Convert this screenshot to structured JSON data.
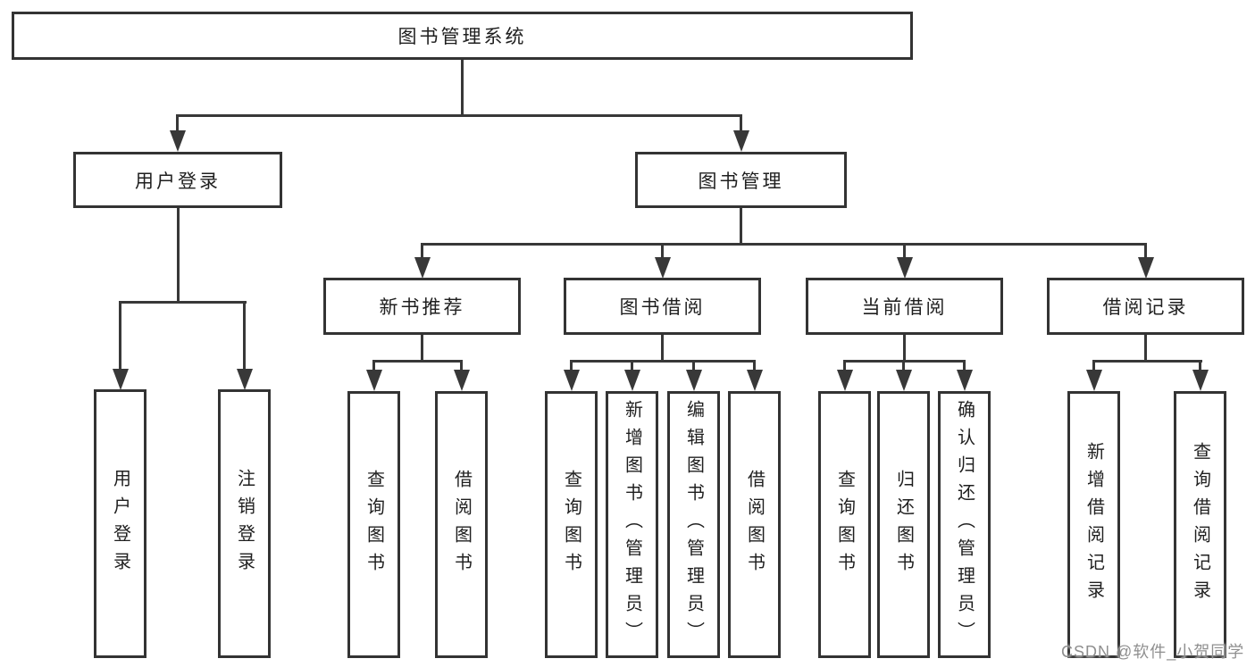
{
  "diagram": {
    "root_label": "图书管理系统",
    "user_login": {
      "label": "用户登录",
      "children": [
        {
          "label": "用户登录"
        },
        {
          "label": "注销登录"
        }
      ]
    },
    "book_mgmt": {
      "label": "图书管理",
      "sections": [
        {
          "label": "新书推荐",
          "children": [
            {
              "label": "查询图书"
            },
            {
              "label": "借阅图书"
            }
          ]
        },
        {
          "label": "图书借阅",
          "children": [
            {
              "label": "查询图书"
            },
            {
              "label": "新增图书（管理员）"
            },
            {
              "label": "编辑图书（管理员）"
            },
            {
              "label": "借阅图书"
            }
          ]
        },
        {
          "label": "当前借阅",
          "children": [
            {
              "label": "查询图书"
            },
            {
              "label": "归还图书"
            },
            {
              "label": "确认归还（管理员）"
            }
          ]
        },
        {
          "label": "借阅记录",
          "children": [
            {
              "label": "新增借阅记录"
            },
            {
              "label": "查询借阅记录"
            }
          ]
        }
      ]
    }
  },
  "watermark": {
    "text": "CSDN @软件_小贺同学"
  },
  "colors": {
    "line": "#383838",
    "box_border": "#333333",
    "text": "#1f1f1f",
    "watermark": "#8f8f8f",
    "background": "#ffffff"
  }
}
